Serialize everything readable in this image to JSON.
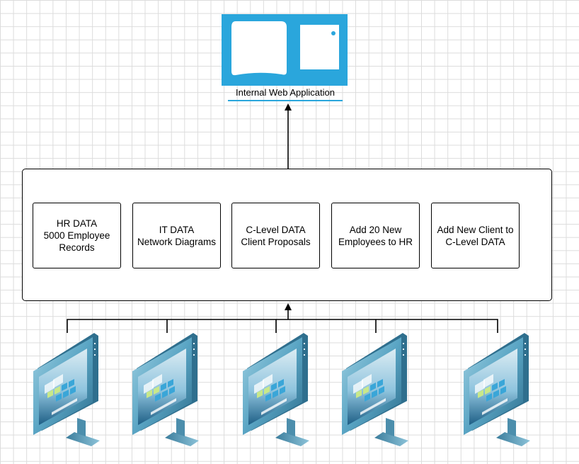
{
  "web_application": {
    "label": "Internal Web Application",
    "icon": "web-application-icon",
    "color": "#2aa6dc"
  },
  "data_boxes": [
    {
      "lines": [
        "HR DATA",
        "5000 Employee",
        "Records"
      ]
    },
    {
      "lines": [
        "IT DATA",
        "Network Diagrams"
      ]
    },
    {
      "lines": [
        "C-Level DATA",
        "Client Proposals"
      ]
    },
    {
      "lines": [
        "Add 20 New",
        "Employees to HR"
      ]
    },
    {
      "lines": [
        "Add New Client to",
        "C-Level DATA"
      ]
    }
  ],
  "computers": [
    {
      "icon": "desktop-computer-icon"
    },
    {
      "icon": "desktop-computer-icon"
    },
    {
      "icon": "desktop-computer-icon"
    },
    {
      "icon": "desktop-computer-icon"
    },
    {
      "icon": "desktop-computer-icon"
    }
  ]
}
